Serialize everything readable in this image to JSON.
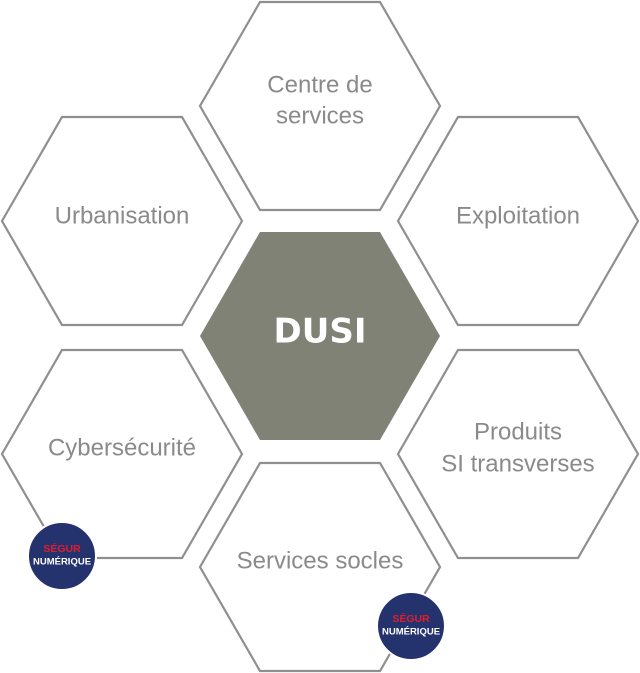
{
  "center": {
    "label": "DUSI"
  },
  "hexagons": [
    {
      "lines": [
        "Centre de",
        "services"
      ]
    },
    {
      "lines": [
        "Urbanisation"
      ]
    },
    {
      "lines": [
        "Exploitation"
      ]
    },
    {
      "lines": [
        "Cybersécurité"
      ]
    },
    {
      "lines": [
        "Produits",
        "SI transverses"
      ]
    },
    {
      "lines": [
        "Services socles"
      ]
    }
  ],
  "badges": [
    {
      "top": "SÉGUR",
      "bottom": "NUMÉRIQUE"
    },
    {
      "top": "SÉGUR",
      "bottom": "NUMÉRIQUE"
    }
  ],
  "colors": {
    "center_fill": "#7f8275",
    "outline": "#8f8f8f",
    "text": "#8a8a8a",
    "badge_fill": "#24336e",
    "badge_accent": "#e21d2b"
  }
}
